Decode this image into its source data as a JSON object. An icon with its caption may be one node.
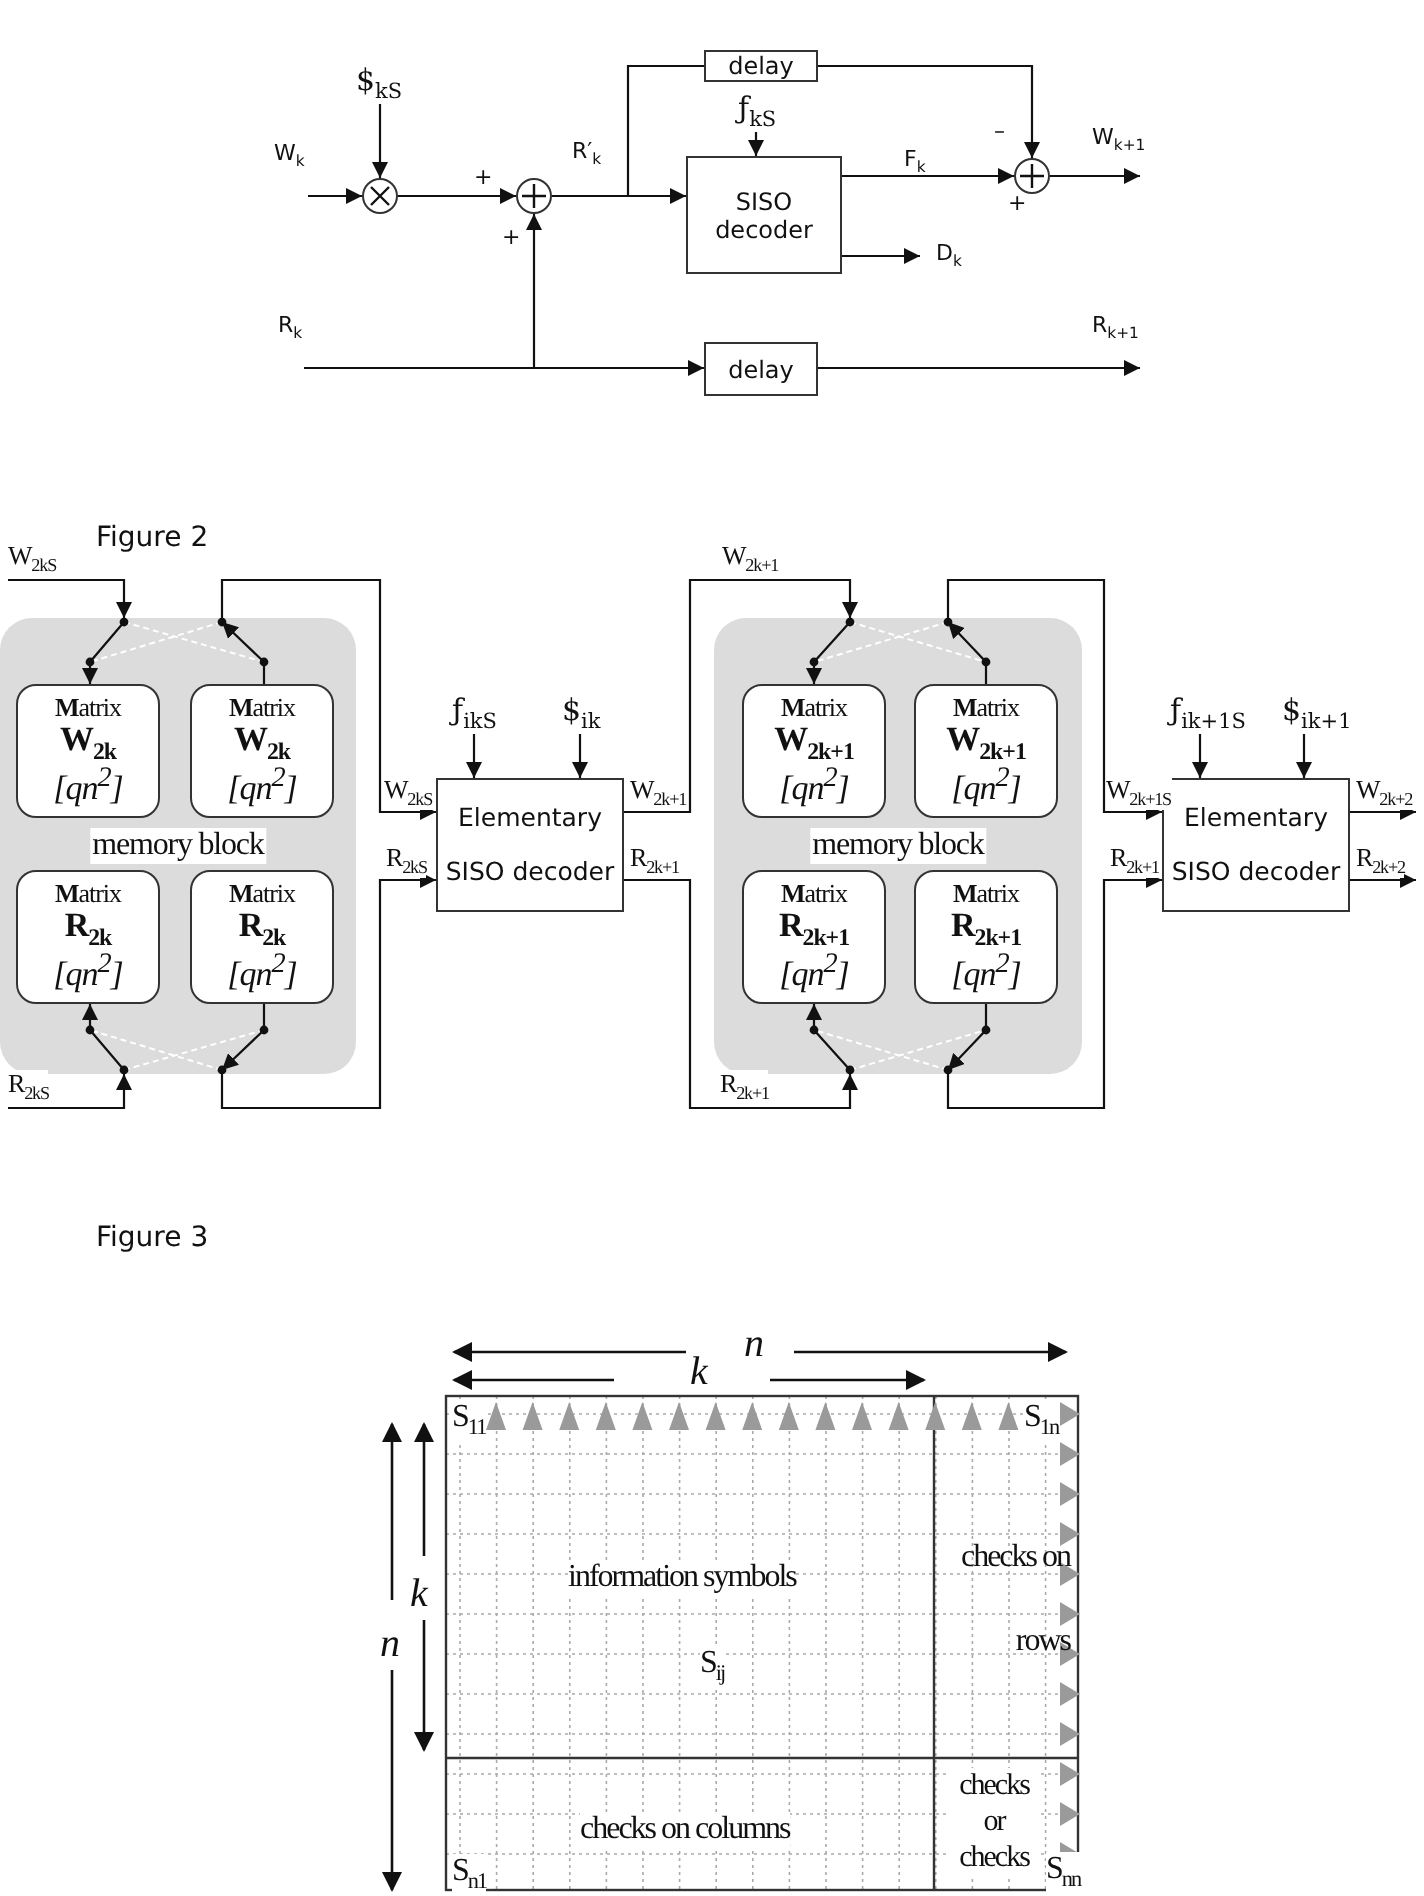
{
  "diagram": {
    "nodes": [
      {
        "text": [
          "$$_{kS}$"
        ]
      },
      {
        "text": [],
        "shape": "circle"
      },
      {
        "text": [],
        "shape": "circle"
      },
      {
        "text": [
          "delay"
        ]
      },
      {
        "text": [
          "SISO decoder"
        ]
      },
      {
        "text": [
          "ƒ$_{kS}$"
        ]
      },
      {
        "text": [],
        "shape": "circle"
      },
      {
        "text": [
          "delay"
        ]
      },
      {
        "text": [
          "memory block"
        ]
      },
      {
        "text": [
          "**M**atrix",
          "W$_{2k}$",
          "[qn$^{2}$]"
        ],
        "in": 8
      },
      {
        "text": [
          "**M**atrix",
          "W$_{2k}$",
          "[qn$^{2}$]"
        ],
        "in": 8
      },
      {
        "text": [
          "**M**atrix",
          "R$_{2k}$",
          "[qn$^{2}$]"
        ],
        "in": 8
      },
      {
        "text": [
          "**M**atrix",
          "R$_{2k}$",
          "[qn$^{2}$]"
        ],
        "in": 8
      },
      {
        "text": [
          "ƒ$_{ikS}$"
        ]
      },
      {
        "text": [
          "$$_{ik}$"
        ]
      },
      {
        "text": [
          "Elementary SISO decoder"
        ]
      },
      {
        "text": [
          "memory block"
        ]
      },
      {
        "text": [
          "**M**atrix",
          "W$_{2k+1}$",
          "[qn$^{2}$]"
        ],
        "in": 16
      },
      {
        "text": [
          "**M**atrix",
          "W$_{2k+1}$",
          "[qn$^{2}$]"
        ],
        "in": 16
      },
      {
        "text": [
          "**M**atrix",
          "R$_{2k+1}$",
          "[qn$^{2}$]"
        ],
        "in": 16
      },
      {
        "text": [
          "**M**atrix",
          "R$_{2k+1}$",
          "[qn$^{2}$]"
        ],
        "in": 16
      },
      {
        "text": [
          "ƒ$_{ik+1S}$"
        ]
      },
      {
        "text": [
          "$$_{ik+1}$"
        ]
      },
      {
        "text": [
          "Elementary SISO decoder"
        ]
      }
    ],
    "edges": [
      {
        "from": null,
        "to": 1,
        "arrow": "to",
        "label": "W$_{k}$"
      },
      {
        "from": 0,
        "to": 1,
        "arrow": "to"
      },
      {
        "from": 1,
        "to": 2,
        "arrow": "to"
      },
      {
        "from": 2,
        "to": 4,
        "arrow": "to",
        "label": "R′$_{k}$"
      },
      {
        "from": 2,
        "to": 3,
        "arrow": "none"
      },
      {
        "from": 3,
        "to": 6,
        "arrow": "to"
      },
      {
        "from": 5,
        "to": 4,
        "arrow": "to"
      },
      {
        "from": 4,
        "to": 6,
        "arrow": "to",
        "label": "F$_{k}$"
      },
      {
        "from": 4,
        "to": null,
        "arrow": "to",
        "label": "D$_{k}$"
      },
      {
        "from": 6,
        "to": null,
        "arrow": "to",
        "label": "W$_{k+1}$"
      },
      {
        "from": null,
        "to": 7,
        "arrow": "to",
        "label": "R$_{k}$"
      },
      {
        "from": null,
        "to": 2,
        "arrow": "to"
      },
      {
        "from": 7,
        "to": null,
        "arrow": "to",
        "label": "R$_{k+1}$"
      },
      {
        "from": null,
        "to": 8,
        "arrow": "to",
        "label": "W$_{2kS}$"
      },
      {
        "from": 8,
        "to": 15,
        "arrow": "to",
        "label": "W$_{2kS}$"
      },
      {
        "from": 8,
        "to": 15,
        "arrow": "to",
        "label": "R$_{2kS}$"
      },
      {
        "from": null,
        "to": 8,
        "arrow": "to",
        "label": "R$_{2kS}$"
      },
      {
        "from": 13,
        "to": 15,
        "arrow": "to"
      },
      {
        "from": 14,
        "to": 15,
        "arrow": "to"
      },
      {
        "from": 15,
        "to": 16,
        "arrow": "to",
        "label": "W$_{2k+1}$"
      },
      {
        "from": 15,
        "to": 16,
        "arrow": "to",
        "label": "R$_{2k+1}$"
      },
      {
        "from": 16,
        "to": 23,
        "arrow": "to",
        "label": "W$_{2k+1S}$"
      },
      {
        "from": 16,
        "to": 23,
        "arrow": "to",
        "label": "R$_{2k+1}$"
      },
      {
        "from": 21,
        "to": 23,
        "arrow": "to"
      },
      {
        "from": 22,
        "to": 23,
        "arrow": "to"
      },
      {
        "from": 23,
        "to": null,
        "arrow": "to",
        "label": "W$_{2k+2}$"
      },
      {
        "from": 23,
        "to": null,
        "arrow": "to",
        "label": "R$_{2k+2}$"
      },
      {
        "from": 8,
        "to": 9,
        "arrow": "to"
      },
      {
        "from": 10,
        "to": 8,
        "arrow": "to"
      },
      {
        "from": 8,
        "to": 11,
        "arrow": "to"
      },
      {
        "from": 12,
        "to": 8,
        "arrow": "to"
      },
      {
        "from": 16,
        "to": 17,
        "arrow": "to"
      },
      {
        "from": 18,
        "to": 16,
        "arrow": "to"
      },
      {
        "from": 16,
        "to": 19,
        "arrow": "to"
      },
      {
        "from": 20,
        "to": 16,
        "arrow": "to"
      }
    ],
    "labels": [
      "+",
      "+",
      "–",
      "+",
      "Figure 2",
      "W$_{2k+1}$",
      "R$_{2k+1}$",
      "Figure 3",
      "n",
      "k",
      "S$_{11}$",
      "S$_{1n}$",
      "checks on rows",
      "k",
      "n",
      "information symbols",
      "S$_{ij}$",
      "checks on columns",
      "checks or checks",
      "S$_{n1}$",
      "S$_{nn}$"
    ]
  }
}
